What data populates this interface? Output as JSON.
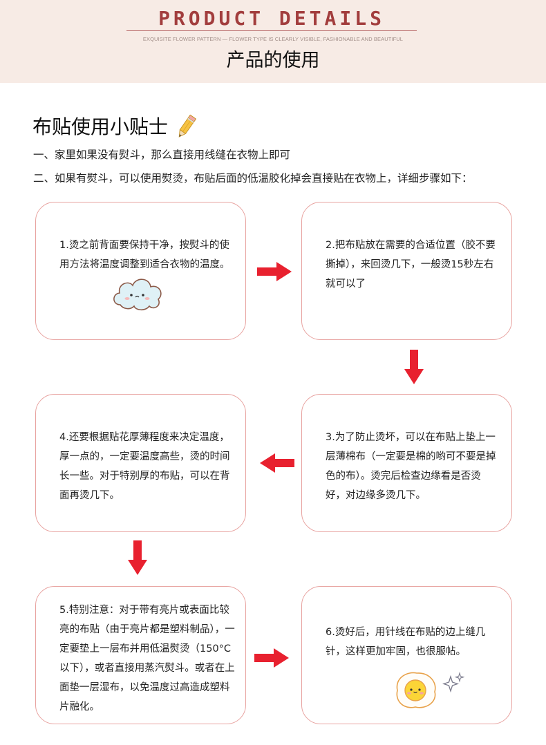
{
  "header": {
    "brand_art": "PRODUCT DETAILS",
    "tagline": "EXQUISITE FLOWER PATTERN — FLOWER TYPE IS CLEARLY VISIBLE, FASHIONABLE AND BEAUTIFUL",
    "title": "产品的使用"
  },
  "tips": {
    "title": "布贴使用小贴士",
    "title_icon": "pencil-icon",
    "line1": "一、家里如果没有熨斗，那么直接用线缝在衣物上即可",
    "line2": "二、如果有熨斗，可以使用熨烫，布贴后面的低温胶化掉会直接贴在衣物上，详细步骤如下："
  },
  "steps": [
    {
      "text": "1.烫之前背面要保持干净，按熨斗的使用方法将温度调整到适合衣物的温度。",
      "icon": "cloud-icon"
    },
    {
      "text": "2.把布贴放在需要的合适位置（胶不要撕掉），来回烫几下，一般烫15秒左右就可以了"
    },
    {
      "text": "3.为了防止烫坏，可以在布贴上垫上一层薄棉布（一定要是棉的哟可不要是掉色的布）。烫完后检查边缘看是否烫好，对边缘多烫几下。"
    },
    {
      "text": "4.还要根据贴花厚薄程度来决定温度，厚一点的，一定要温度高些，烫的时间长一些。对于特别厚的布贴，可以在背面再烫几下。"
    },
    {
      "text": "5.特别注意：对于带有亮片或表面比较亮的布贴（由于亮片都是塑料制品），一定要垫上一层布并用低温熨烫（150°C以下），或者直接用蒸汽熨斗。或者在上面垫一层湿布，以免温度过高造成塑料片融化。"
    },
    {
      "text": "6.烫好后，用针线在布贴的边上缝几针，这样更加牢固，也很服帖。",
      "icon": "egg-icon"
    }
  ],
  "colors": {
    "header_bg": "#f7ebe5",
    "brand": "#a23d3d",
    "box_border": "#e8a3a0",
    "arrow": "#e8212f"
  }
}
